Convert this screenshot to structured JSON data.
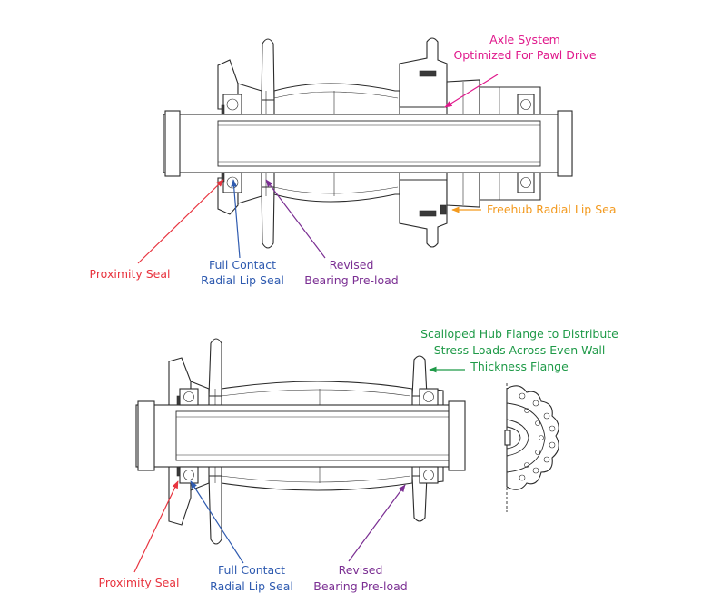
{
  "colors": {
    "red": "#e8343f",
    "blue": "#2f5bb0",
    "purple": "#7b2f93",
    "magenta": "#e0198c",
    "orange": "#f39a1f",
    "green": "#1f9a48",
    "line": "#2b2b2b"
  },
  "rear_hub": {
    "axle_system": [
      "Axle System",
      "Optimized For Pawl Drive"
    ],
    "freehub_seal": "Freehub Radial Lip Sea",
    "proximity_seal": "Proximity Seal",
    "full_contact": [
      "Full Contact",
      "Radial Lip Seal"
    ],
    "preload": [
      "Revised",
      "Bearing Pre-load"
    ]
  },
  "front_hub": {
    "scalloped": [
      "Scalloped Hub Flange to Distribute",
      "Stress Loads Across Even Wall",
      "Thickness Flange"
    ],
    "proximity_seal": "Proximity Seal",
    "full_contact": [
      "Full Contact",
      "Radial Lip Seal"
    ],
    "preload": [
      "Revised",
      "Bearing Pre-load"
    ]
  }
}
